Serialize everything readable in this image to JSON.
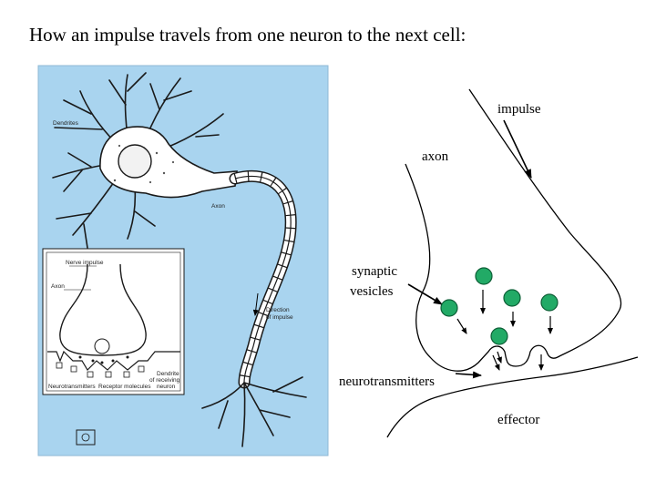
{
  "slide": {
    "title": "How an impulse travels from one neuron to the next cell:"
  },
  "left_figure": {
    "labels": {
      "dendrites": "Dendrites",
      "axon": "Axon",
      "direction_line1": "Direction",
      "direction_line2": "of impulse",
      "nerve_impulse": "Nerve impulse",
      "axon_inset": "Axon",
      "neurotransmitters": "Neurotransmitters",
      "receptor_molecules": "Receptor molecules",
      "dendrite_line1": "Dendrite",
      "dendrite_line2": "of receiving",
      "dendrite_line3": "neuron"
    },
    "colors": {
      "background": "#a9d4ef",
      "inset_background": "#ffffff"
    }
  },
  "right_diagram": {
    "labels": {
      "impulse": "impulse",
      "axon": "axon",
      "synaptic_line1": "synaptic",
      "synaptic_line2": "vesicles",
      "neurotransmitters": "neurotransmitters",
      "effector": "effector"
    },
    "colors": {
      "vesicle": "#22aa66",
      "vesicle_stroke": "#0d5e36"
    }
  }
}
